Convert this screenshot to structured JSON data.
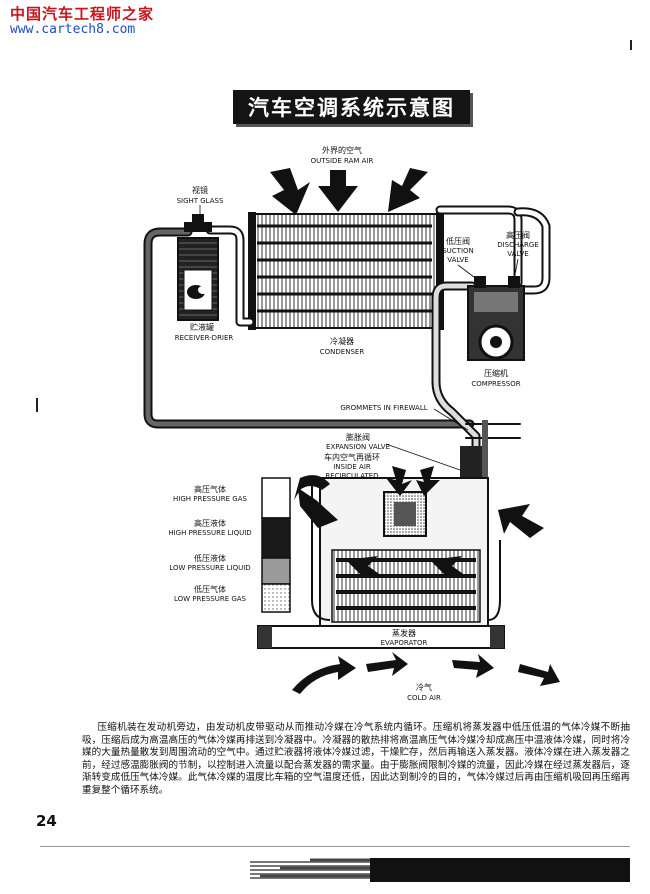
{
  "watermark": {
    "site_name": "中国汽车工程师之家",
    "url": "www.cartech8.com"
  },
  "title": "汽车空调系统示意图",
  "labels": {
    "outside_air_cn": "外界的空气",
    "outside_air_en": "OUTSIDE RAM AIR",
    "sight_glass_cn": "视镜",
    "sight_glass_en": "SIGHT GLASS",
    "receiver_cn": "贮液罐",
    "receiver_en": "RECEIVER-DRIER",
    "condenser_cn": "冷凝器",
    "condenser_en": "CONDENSER",
    "suction_cn": "低压阀",
    "suction_en_1": "SUCTION",
    "suction_en_2": "VALVE",
    "discharge_cn": "高压阀",
    "discharge_en_1": "DISCHARGE",
    "discharge_en_2": "VALVE",
    "compressor_cn": "压缩机",
    "compressor_en": "COMPRESSOR",
    "grommets_en": "GROMMETS IN FIREWALL",
    "expansion_cn": "膨胀阀",
    "expansion_en": "EXPANSION VALVE",
    "inside_air_cn": "车内空气再循环",
    "inside_air_en_1": "INSIDE AIR",
    "inside_air_en_2": "RECIRCULATED",
    "evaporator_cn": "蒸发器",
    "evaporator_en": "EVAPORATOR",
    "cold_air_cn": "冷气",
    "cold_air_en": "COLD AIR"
  },
  "legend": [
    {
      "cn": "高压气体",
      "en": "HIGH PRESSURE GAS",
      "fill": "#ffffff"
    },
    {
      "cn": "高压液体",
      "en": "HIGH PRESSURE LIQUID",
      "fill": "#1a1a1a"
    },
    {
      "cn": "低压液体",
      "en": "LOW PRESSURE LIQUID",
      "fill": "#9a9a9a"
    },
    {
      "cn": "低压气体",
      "en": "LOW PRESSURE GAS",
      "fill": "#d2d2d2"
    }
  ],
  "body_text": "压缩机装在发动机旁边，由发动机皮带驱动从而推动冷媒在冷气系统内循环。压缩机将蒸发器中低压低温的气体冷媒不断抽吸，压缩后成为高温高压的气体冷媒再排送到冷凝器中。冷凝器的散热排将高温高压气体冷媒冷却成高压中温液体冷媒，同时将冷媒的大量热量散发到周围流动的空气中。通过贮液器将液体冷媒过滤，干燥贮存，然后再输送入蒸发器。液体冷媒在进入蒸发器之前，经过感温膨胀阀的节制，以控制进入流量以配合蒸发器的需求量。由于膨胀阀限制冷媒的流量，因此冷媒在经过蒸发器后，逐渐转变成低压气体冷媒。此气体冷媒的温度比车箱的空气温度还低，因此达到制冷的目的，气体冷媒过后再由压缩机吸回再压缩再重复整个循环系统。",
  "page_number": "24"
}
